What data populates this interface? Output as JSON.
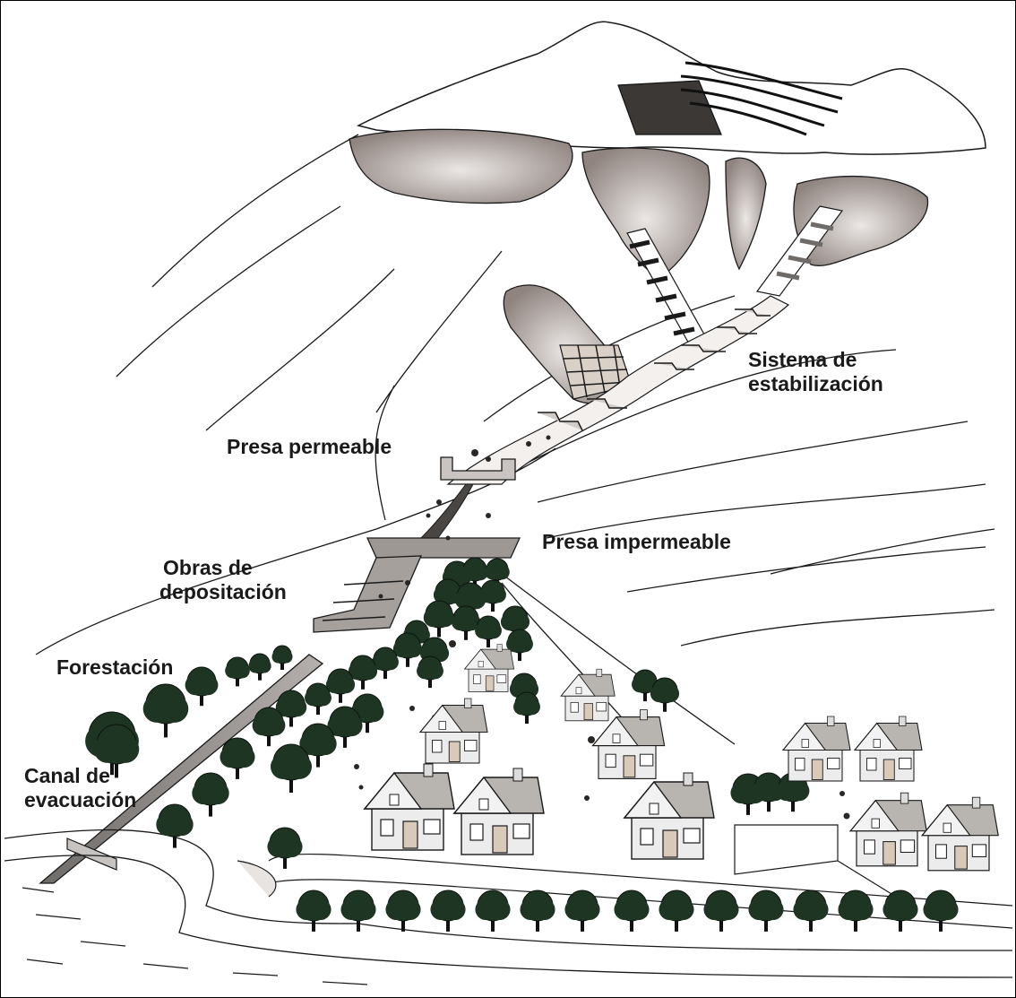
{
  "labels": {
    "sistema_line1": "Sistema de",
    "sistema_line2": "estabilización",
    "presa_permeable": "Presa permeable",
    "presa_impermeable": "Presa impermeable",
    "obras_line1": "Obras de",
    "obras_line2": "depositación",
    "forestacion": "Forestación",
    "canal_line1": "Canal de",
    "canal_line2": "evacuación"
  },
  "colors": {
    "scar": "#9a8f8b",
    "scar_light": "#e9e5e3",
    "tree": "#1f3524",
    "roof": "#b8b5b0",
    "house_wall": "#ececec",
    "channel": "#8d8986",
    "outline": "#1a1a1a"
  },
  "icons": {
    "tree": "tree-icon",
    "house": "house-icon"
  }
}
